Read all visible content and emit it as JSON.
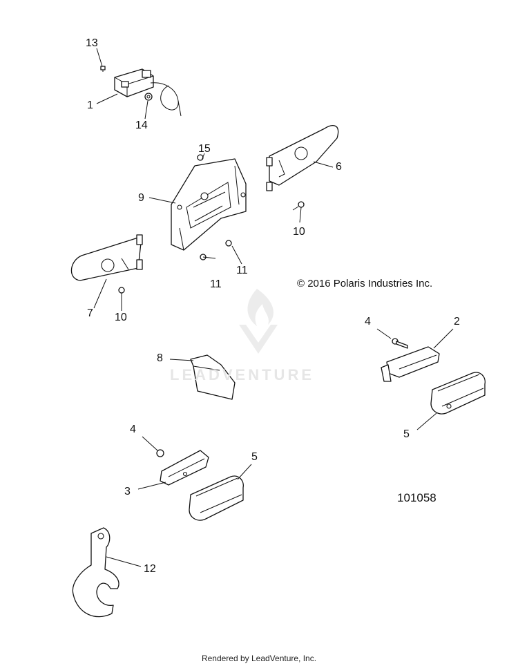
{
  "callouts": {
    "c1": "1",
    "c2": "2",
    "c3": "3",
    "c4a": "4",
    "c4b": "4",
    "c5a": "5",
    "c5b": "5",
    "c6": "6",
    "c7": "7",
    "c8": "8",
    "c9": "9",
    "c10a": "10",
    "c10b": "10",
    "c11a": "11",
    "c11b": "11",
    "c12": "12",
    "c13": "13",
    "c14": "14",
    "c15": "15"
  },
  "copyright": "© 2016 Polaris Industries Inc.",
  "figure_id": "101058",
  "watermark": "LEADVENTURE",
  "footer": "Rendered by LeadVenture, Inc."
}
